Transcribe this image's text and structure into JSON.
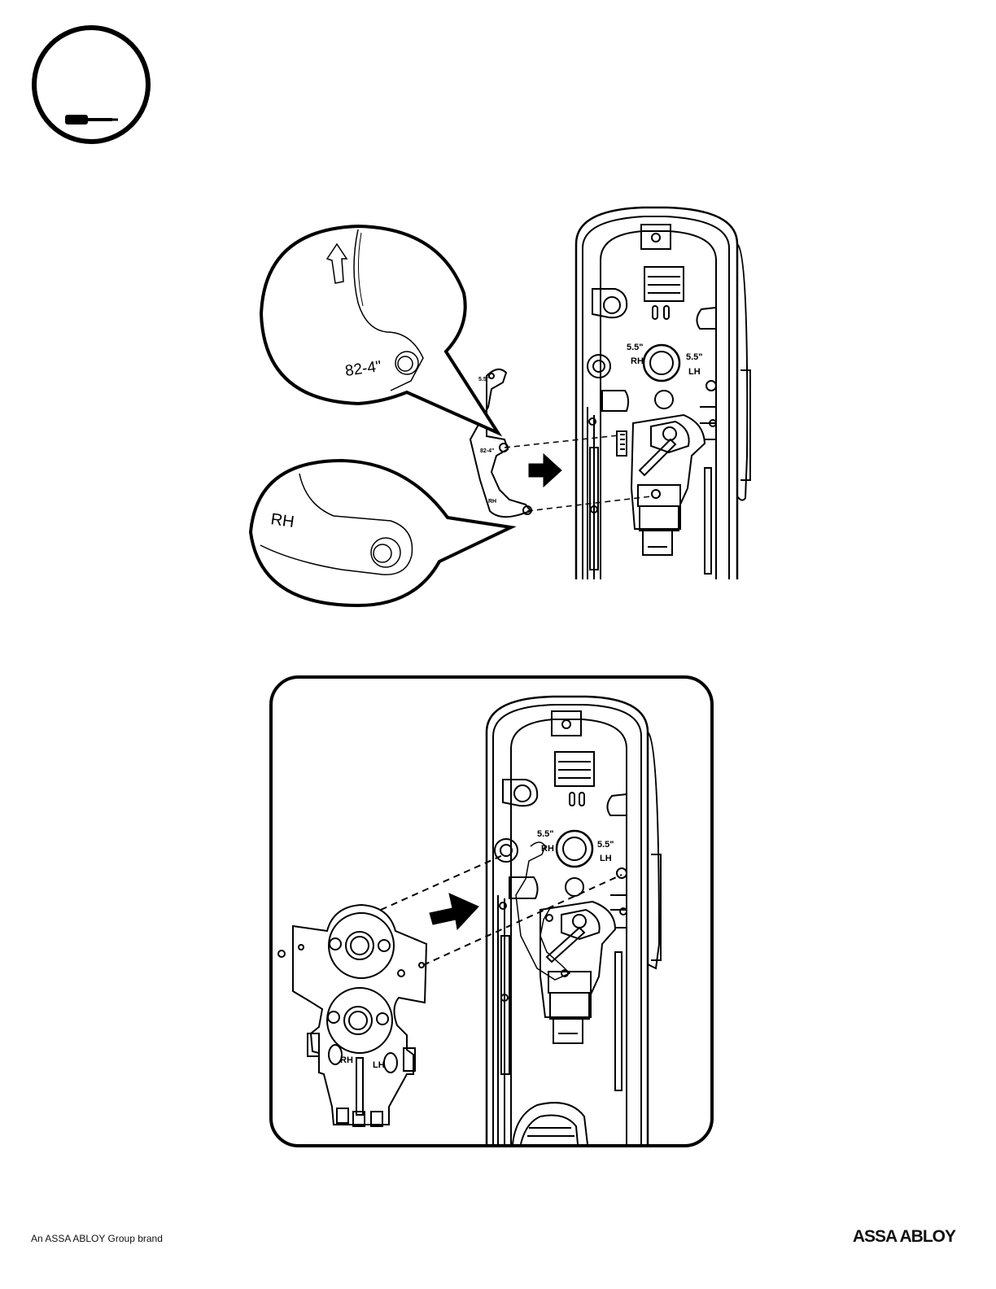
{
  "figure1": {
    "callout_top_label": "82-4\"",
    "callout_bottom_label": "RH",
    "plate_label_small": "5.5\"",
    "plate_label_mid": "82-4\"",
    "plate_label_low": "RH",
    "chassis_rh": "RH",
    "chassis_lh": "LH",
    "chassis_size_left": "5.5\"",
    "chassis_size_right": "5.5\""
  },
  "figure2": {
    "plate_rh": "RH",
    "plate_lh": "LH",
    "chassis_rh": "RH",
    "chassis_lh": "LH",
    "chassis_size_left": "5.5\"",
    "chassis_size_right": "5.5\""
  },
  "footer": {
    "brand_note": "An ASSA ABLOY Group brand",
    "logo_text": "ASSA ABLOY"
  }
}
